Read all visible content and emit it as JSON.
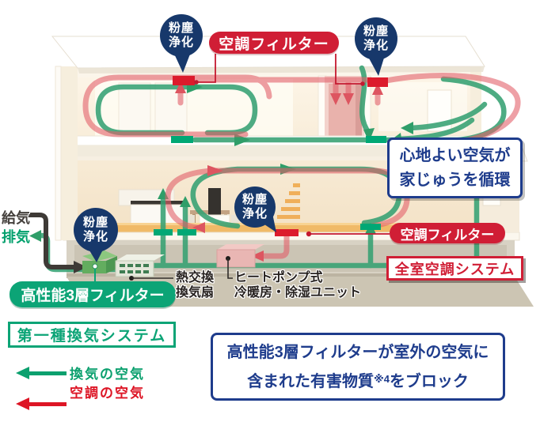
{
  "callouts": {
    "dust_purify": {
      "line1": "粉塵",
      "line2": "浄化"
    },
    "ac_filter_top": "空調フィルター",
    "ac_filter_right": "空調フィルター",
    "comfort": {
      "line1": "心地よい空気が",
      "line2": "家じゅうを循環"
    },
    "all_room_ac": "全室空調システム",
    "hp_filter": "高性能3層フィルター",
    "vent_system": "第一種換気システム",
    "supply_air": "給気",
    "exhaust_air": "排気",
    "heat_exchanger": {
      "line1": "熱交換",
      "line2": "換気扇"
    },
    "heat_pump": {
      "line1": "ヒートポンプ式",
      "line2": "冷暖房・除湿ユニット"
    },
    "block_note": {
      "line1": "高性能3層フィルターが室外の空気に",
      "line2_pre": "含まれた有害物質",
      "line2_sup": "※4",
      "line2_post": "をブロック"
    }
  },
  "legend": {
    "vent": {
      "label": "換気の空気",
      "color": "#0ba06e",
      "icon": "arrow-left"
    },
    "ac": {
      "label": "空調の空気",
      "color": "#dd1525",
      "icon": "arrow-left"
    }
  },
  "colors": {
    "navy_badge": "#17386b",
    "banner_red": "#d01e35",
    "vent_red": "#dc1b2c",
    "system_green": "#0ca476",
    "note_blue": "#1e3c8c",
    "flow_red": "#e2606a",
    "flow_green": "#36a173",
    "floor_vent_teal": "#00a875",
    "supply_black": "#3e3a36"
  }
}
